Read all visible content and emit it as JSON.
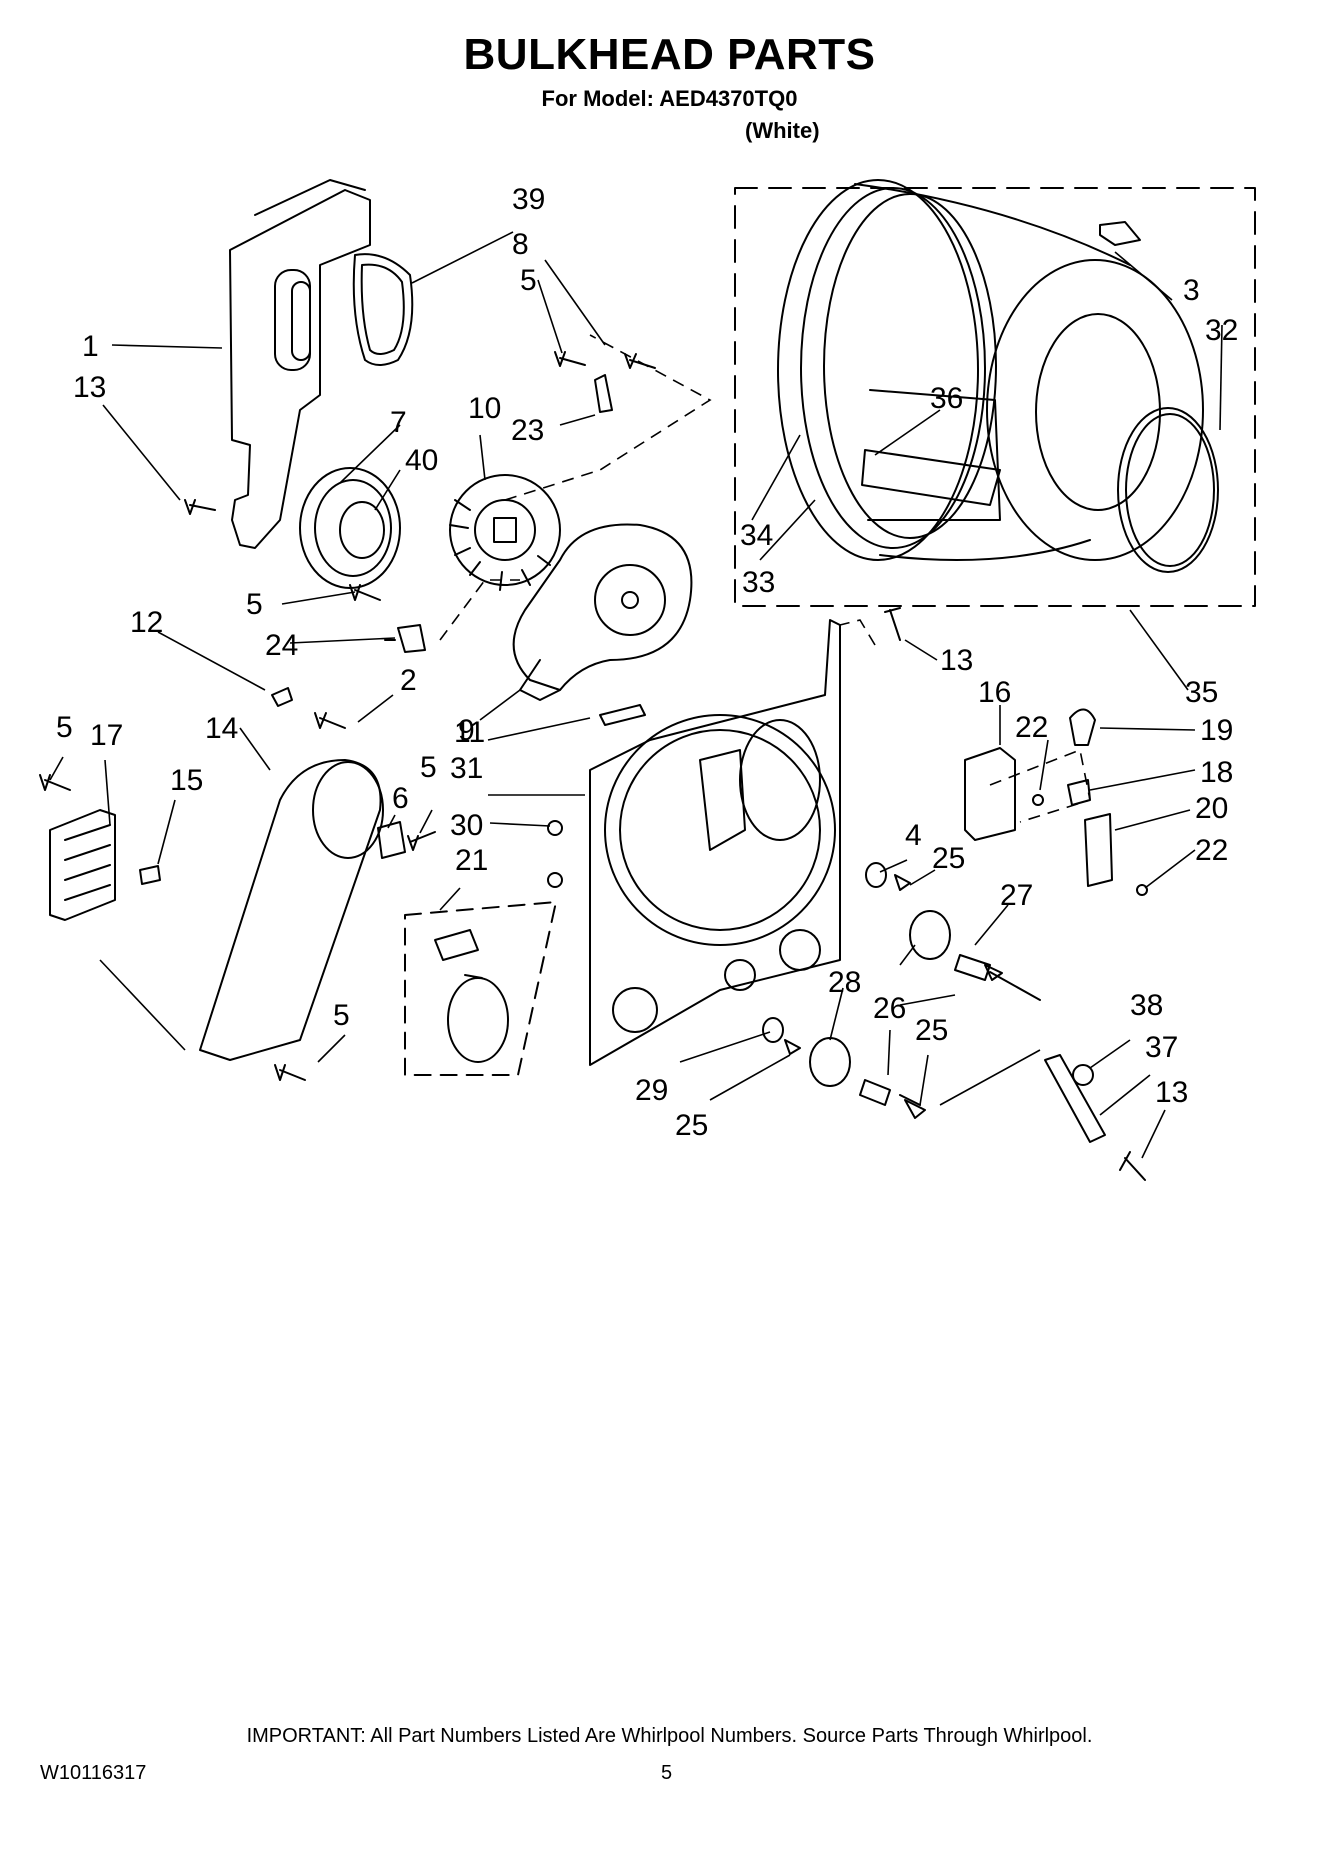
{
  "header": {
    "title": "BULKHEAD PARTS",
    "model_line": "For Model: AED4370TQ0",
    "color": "(White)"
  },
  "callouts": [
    {
      "id": "c39",
      "text": "39"
    },
    {
      "id": "c8",
      "text": "8"
    },
    {
      "id": "c5a",
      "text": "5"
    },
    {
      "id": "c1",
      "text": "1"
    },
    {
      "id": "c13a",
      "text": "13"
    },
    {
      "id": "c7",
      "text": "7"
    },
    {
      "id": "c10",
      "text": "10"
    },
    {
      "id": "c40",
      "text": "40"
    },
    {
      "id": "c23",
      "text": "23"
    },
    {
      "id": "c5b",
      "text": "5"
    },
    {
      "id": "c24",
      "text": "24"
    },
    {
      "id": "c12",
      "text": "12"
    },
    {
      "id": "c2",
      "text": "2"
    },
    {
      "id": "c11",
      "text": "11"
    },
    {
      "id": "c14",
      "text": "14"
    },
    {
      "id": "c5c",
      "text": "5"
    },
    {
      "id": "c17",
      "text": "17"
    },
    {
      "id": "c15",
      "text": "15"
    },
    {
      "id": "c6",
      "text": "6"
    },
    {
      "id": "c5d",
      "text": "5"
    },
    {
      "id": "c9",
      "text": "9"
    },
    {
      "id": "c31",
      "text": "31"
    },
    {
      "id": "c30",
      "text": "30"
    },
    {
      "id": "c21",
      "text": "21"
    },
    {
      "id": "c5e",
      "text": "5"
    },
    {
      "id": "c3",
      "text": "3"
    },
    {
      "id": "c32",
      "text": "32"
    },
    {
      "id": "c36",
      "text": "36"
    },
    {
      "id": "c34",
      "text": "34"
    },
    {
      "id": "c33",
      "text": "33"
    },
    {
      "id": "c13b",
      "text": "13"
    },
    {
      "id": "c35",
      "text": "35"
    },
    {
      "id": "c16",
      "text": "16"
    },
    {
      "id": "c22a",
      "text": "22"
    },
    {
      "id": "c19",
      "text": "19"
    },
    {
      "id": "c18",
      "text": "18"
    },
    {
      "id": "c20",
      "text": "20"
    },
    {
      "id": "c22b",
      "text": "22"
    },
    {
      "id": "c4",
      "text": "4"
    },
    {
      "id": "c25a",
      "text": "25"
    },
    {
      "id": "c27",
      "text": "27"
    },
    {
      "id": "c28",
      "text": "28"
    },
    {
      "id": "c26",
      "text": "26"
    },
    {
      "id": "c25b",
      "text": "25"
    },
    {
      "id": "c29",
      "text": "29"
    },
    {
      "id": "c25c",
      "text": "25"
    },
    {
      "id": "c38",
      "text": "38"
    },
    {
      "id": "c37",
      "text": "37"
    },
    {
      "id": "c13c",
      "text": "13"
    }
  ],
  "footer": {
    "note": "IMPORTANT: All Part Numbers Listed Are Whirlpool Numbers. Source Parts Through Whirlpool.",
    "doc_id": "W10116317",
    "page": "5"
  }
}
